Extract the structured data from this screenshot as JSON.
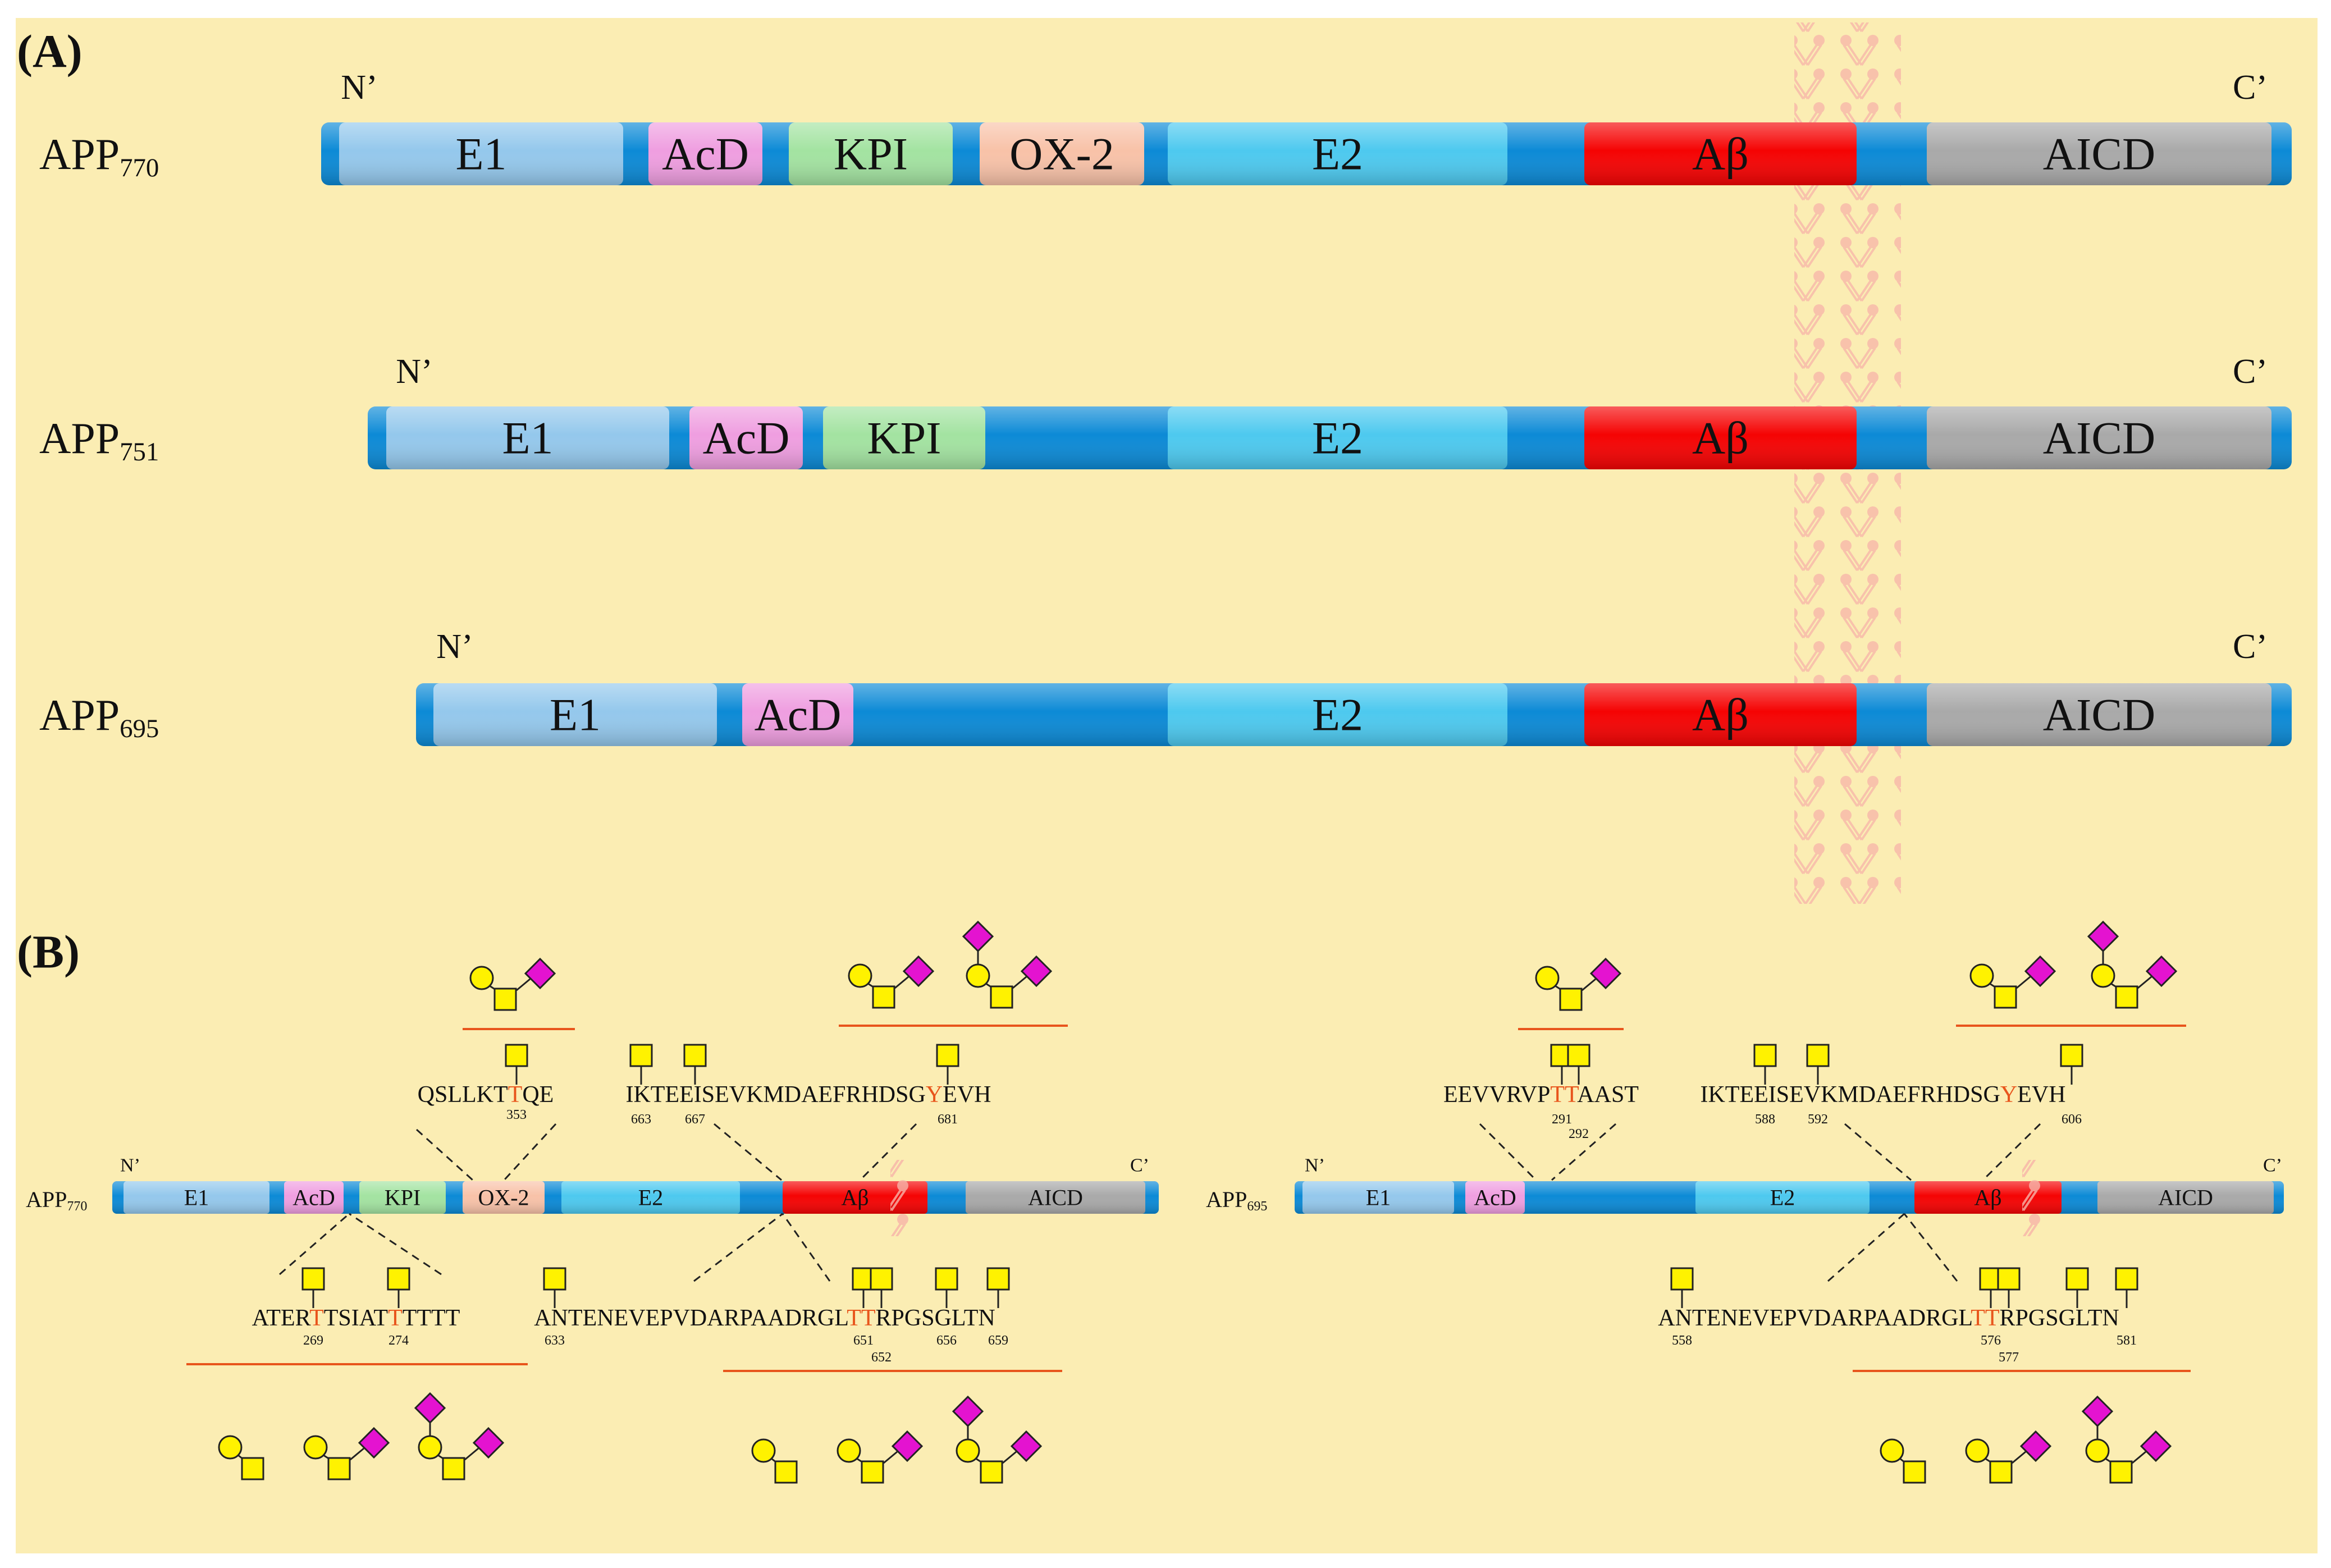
{
  "panel_a": {
    "label": "(A)",
    "n_term": "N’",
    "c_term": "C’",
    "isoforms": [
      {
        "name": "APP",
        "sub": "770",
        "domains": [
          "E1",
          "AcD",
          "KPI",
          "OX-2",
          "E2",
          "Aβ",
          "AICD"
        ]
      },
      {
        "name": "APP",
        "sub": "751",
        "domains": [
          "E1",
          "AcD",
          "KPI",
          "E2",
          "Aβ",
          "AICD"
        ]
      },
      {
        "name": "APP",
        "sub": "695",
        "domains": [
          "E1",
          "AcD",
          "E2",
          "Aβ",
          "AICD"
        ]
      }
    ]
  },
  "panel_b": {
    "label": "(B)",
    "left": {
      "isoform": "APP",
      "sub": "770",
      "domains": [
        "E1",
        "AcD",
        "KPI",
        "OX-2",
        "E2",
        "Aβ",
        "AICD"
      ],
      "top_seqs": [
        {
          "pre": "QSLLKT",
          "red": "T",
          "post": "QE",
          "nums": [
            {
              "t": "353",
              "red": true
            }
          ]
        },
        {
          "pre": "IKTEEISEVKMDAEFRHDSG",
          "red": "Y",
          "post": "EVH",
          "nums": [
            {
              "t": "663",
              "red": false
            },
            {
              "t": "667",
              "red": false
            },
            {
              "t": "681",
              "red": true
            }
          ]
        }
      ],
      "bottom_seqs": [
        {
          "pre": "ATER",
          "red": "T",
          "mid": "TSIAT",
          "red2": "T",
          "post": "TTTT",
          "nums": [
            {
              "t": "269",
              "red": true
            },
            {
              "t": "274",
              "red": true
            }
          ]
        },
        {
          "pre": "ANTENEVEPVDARPAADRGL",
          "red": "TT",
          "post": "RPGSGLTN",
          "nums": [
            {
              "t": "633",
              "red": false
            },
            {
              "t": "651",
              "red": true
            },
            {
              "t": "652",
              "red": true
            },
            {
              "t": "656",
              "red": false
            },
            {
              "t": "659",
              "red": false
            }
          ]
        }
      ]
    },
    "right": {
      "isoform": "APP",
      "sub": "695",
      "domains": [
        "E1",
        "AcD",
        "E2",
        "Aβ",
        "AICD"
      ],
      "top_seqs": [
        {
          "pre": "EEVVRVP",
          "red": "TT",
          "post": "AAST",
          "nums": [
            {
              "t": "291",
              "red": true
            },
            {
              "t": "292",
              "red": true
            }
          ]
        },
        {
          "pre": "IKTEEISEVKMDAEFRHDSG",
          "red": "Y",
          "post": "EVH",
          "nums": [
            {
              "t": "588",
              "red": false
            },
            {
              "t": "592",
              "red": false
            },
            {
              "t": "606",
              "red": true
            }
          ]
        }
      ],
      "bottom_seqs": [
        {
          "pre": "ANTENEVEPVDARPAADRGL",
          "red": "TT",
          "post": "RPGSGLTN",
          "nums": [
            {
              "t": "558",
              "red": false
            },
            {
              "t": "576",
              "red": true
            },
            {
              "t": "577",
              "red": true
            },
            {
              "t": "581",
              "red": false
            }
          ]
        }
      ]
    }
  },
  "colors": {
    "background": "#fbedb3",
    "backbone": "#0c8ad6",
    "E1": "#94c8ec",
    "AcD": "#ef9ee0",
    "KPI": "#a3e3a1",
    "OX-2": "#f8c2a8",
    "E2": "#4dc9ef",
    "Aβ": "#f50303",
    "AICD": "#a9a9a9",
    "glycan_square": "#fff200",
    "glycan_circle": "#fff200",
    "glycan_diamond": "#e413d0",
    "site_red": "#e8551c",
    "membrane": "#f8b9b0"
  }
}
